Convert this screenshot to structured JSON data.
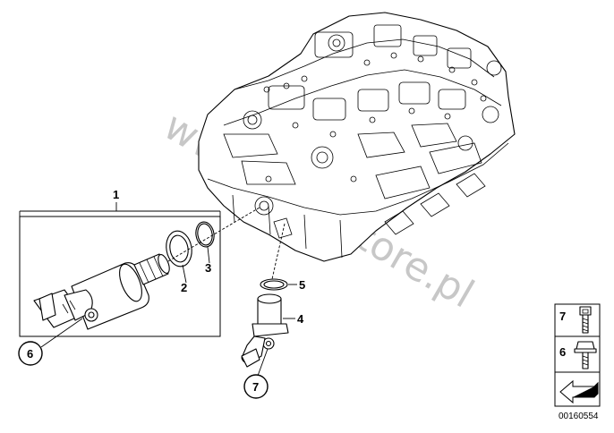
{
  "watermark": "www.bmwstore.pl",
  "callouts": {
    "c1": "1",
    "c2": "2",
    "c3": "3",
    "c4": "4",
    "c5": "5",
    "c6": "6",
    "c7": "7"
  },
  "legend": {
    "top_label": "7",
    "bottom_label": "6"
  },
  "doc_number": "00160554"
}
